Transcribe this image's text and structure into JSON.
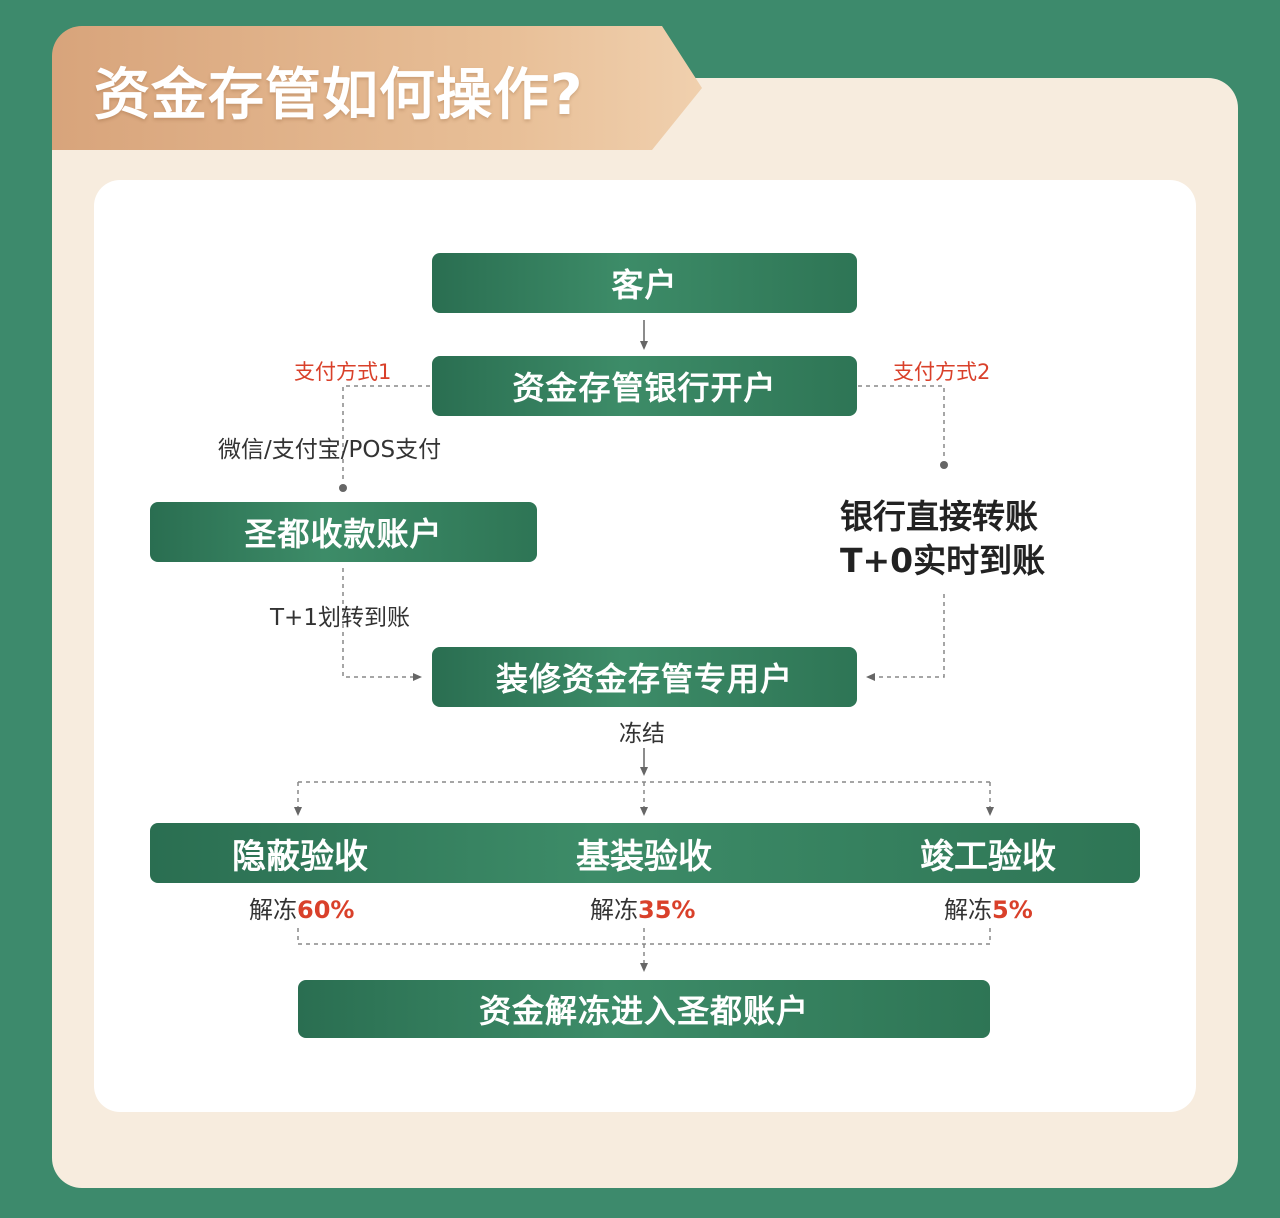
{
  "title": "资金存管如何操作?",
  "nodes": {
    "customer": "客户",
    "bank_account": "资金存管银行开户",
    "shengdu_collect": "圣都收款账户",
    "bank_transfer_line1": "银行直接转账",
    "bank_transfer_line2": "T+0实时到账",
    "escrow": "装修资金存管专用户",
    "stage1": "隐蔽验收",
    "stage2": "基装验收",
    "stage3": "竣工验收",
    "final": "资金解冻进入圣都账户"
  },
  "labels": {
    "pay_method1": "支付方式1",
    "pay_method2": "支付方式2",
    "pay_channels": "微信/支付宝/POS支付",
    "t1_transfer": "T+1划转到账",
    "freeze": "冻结",
    "unfreeze": "解冻"
  },
  "percentages": {
    "stage1": "60%",
    "stage2": "35%",
    "stage3": "5%"
  },
  "colors": {
    "background": "#3d8a6c",
    "box_green": "#2f7656",
    "accent_red": "#d9402a",
    "title_tab": "#d8a47b"
  }
}
